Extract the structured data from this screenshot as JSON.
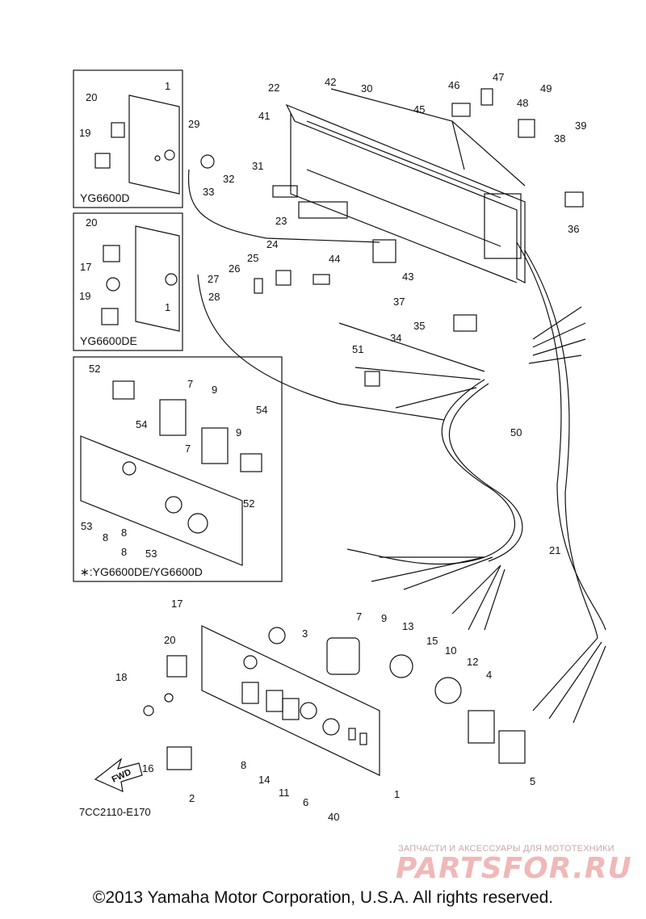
{
  "inset_labels": {
    "top": "YG6600D",
    "middle": "YG6600DE",
    "bottom": "∗:YG6600DE/YG6600D"
  },
  "part_numbers": {
    "n1a": "1",
    "n20a": "20",
    "n19a": "19",
    "n20b": "20",
    "n17a": "17",
    "n19b": "19",
    "n1b": "1",
    "n52a": "52",
    "n7a": "7",
    "n9a": "9",
    "n54a": "54",
    "n54b": "54",
    "n9b": "9",
    "n7b": "7",
    "n52b": "52",
    "n53a": "53",
    "n8a": "8",
    "n8b": "8",
    "n8c": "8",
    "n53b": "53",
    "n22": "22",
    "n42": "42",
    "n30": "30",
    "n41": "41",
    "n29": "29",
    "n31": "31",
    "n32": "32",
    "n33": "33",
    "n23": "23",
    "n24": "24",
    "n25": "25",
    "n26": "26",
    "n27": "27",
    "n28": "28",
    "n44": "44",
    "n43": "43",
    "n37": "37",
    "n35": "35",
    "n34": "34",
    "n51": "51",
    "n46": "46",
    "n47": "47",
    "n45": "45",
    "n48": "48",
    "n49": "49",
    "n38": "38",
    "n39": "39",
    "n36": "36",
    "n50": "50",
    "n21": "21",
    "n17b": "17",
    "n20c": "20",
    "n3": "3",
    "n7c": "7",
    "n9c": "9",
    "n13": "13",
    "n15": "15",
    "n10": "10",
    "n12": "12",
    "n4": "4",
    "n18": "18",
    "n16": "16",
    "n2": "2",
    "n8d": "8",
    "n14": "14",
    "n11": "11",
    "n6": "6",
    "n40": "40",
    "n1c": "1",
    "n5": "5"
  },
  "fwd_label": "FWD",
  "diagram_code": "7CC2110-E170",
  "copyright": "©2013 Yamaha Motor Corporation, U.S.A. All rights reserved.",
  "watermark": {
    "tagline": "ЗАПЧАСТИ И АКСЕССУАРЫ ДЛЯ МОТОТЕХНИКИ",
    "logo": "PARTSFOR.RU"
  }
}
